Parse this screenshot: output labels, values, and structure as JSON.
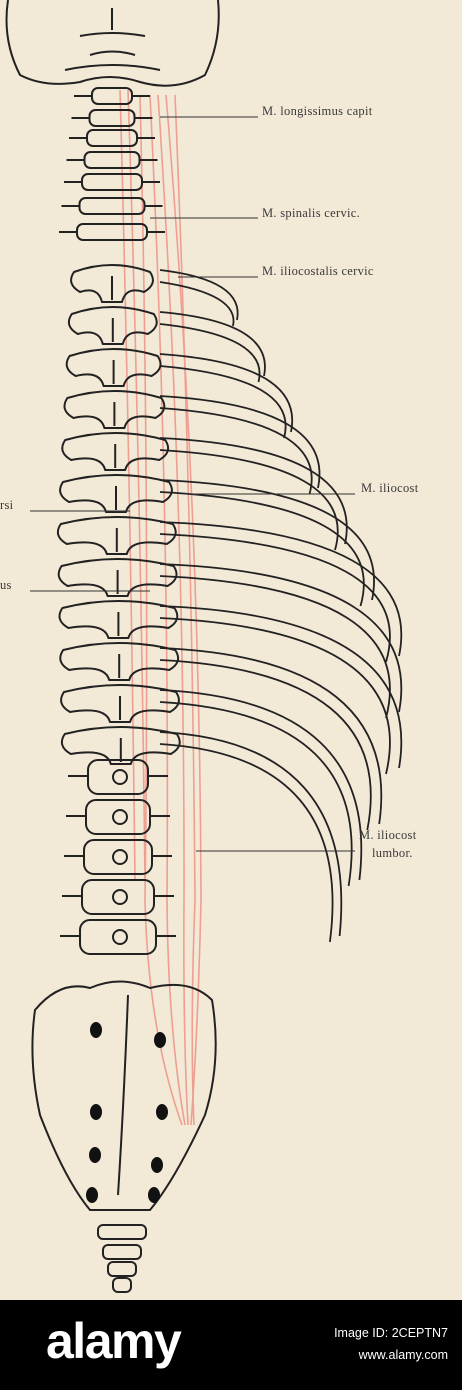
{
  "labels": {
    "longissimus_capitis": "M. longissimus capit",
    "spinalis_cervicis": "M. spinalis cervic.",
    "iliocostalis_cervicis": "M. iliocostalis cervic",
    "iliocostalis_dorsi": "M. iliocost",
    "longissimus_dorsi_fragment": "rsi",
    "spinalis_fragment": "us",
    "iliocostalis_lumborum_line1": "M. iliocost",
    "iliocostalis_lumborum_line2": "lumbor."
  },
  "watermark": {
    "brand": "alamy",
    "image_id": "Image ID: 2CEPTN7",
    "site": "www.alamy.com"
  },
  "colors": {
    "paper": "#f3e9d7",
    "bone_ink": "#222222",
    "muscle": "#ee9f92"
  }
}
